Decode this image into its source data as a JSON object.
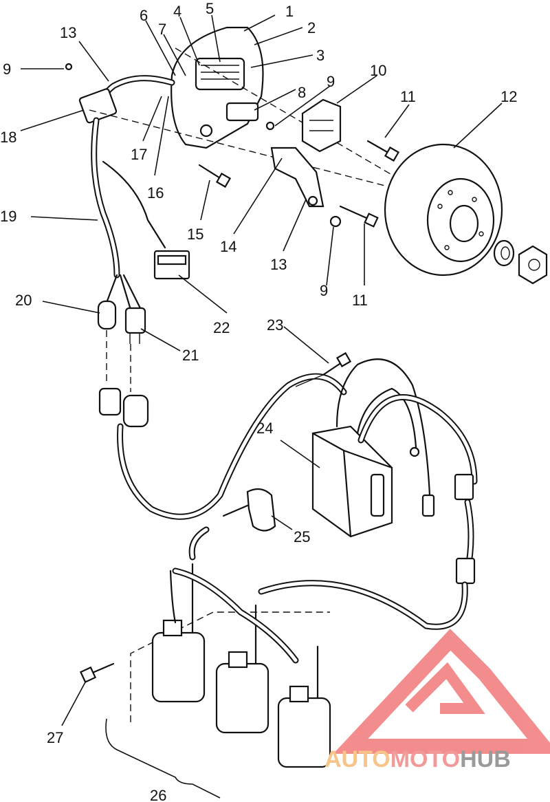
{
  "callouts": [
    {
      "id": "1",
      "text": "1"
    },
    {
      "id": "2",
      "text": "2"
    },
    {
      "id": "3",
      "text": "3"
    },
    {
      "id": "4",
      "text": "4"
    },
    {
      "id": "5",
      "text": "5"
    },
    {
      "id": "6",
      "text": "6"
    },
    {
      "id": "7",
      "text": "7"
    },
    {
      "id": "8",
      "text": "8"
    },
    {
      "id": "9a",
      "text": "9"
    },
    {
      "id": "9b",
      "text": "9"
    },
    {
      "id": "9c",
      "text": "9"
    },
    {
      "id": "10",
      "text": "10"
    },
    {
      "id": "11a",
      "text": "11"
    },
    {
      "id": "11b",
      "text": "11"
    },
    {
      "id": "12",
      "text": "12"
    },
    {
      "id": "13a",
      "text": "13"
    },
    {
      "id": "13b",
      "text": "13"
    },
    {
      "id": "14",
      "text": "14"
    },
    {
      "id": "15",
      "text": "15"
    },
    {
      "id": "16",
      "text": "16"
    },
    {
      "id": "17",
      "text": "17"
    },
    {
      "id": "18",
      "text": "18"
    },
    {
      "id": "19",
      "text": "19"
    },
    {
      "id": "20",
      "text": "20"
    },
    {
      "id": "21",
      "text": "21"
    },
    {
      "id": "22",
      "text": "22"
    },
    {
      "id": "23",
      "text": "23"
    },
    {
      "id": "24",
      "text": "24"
    },
    {
      "id": "25",
      "text": "25"
    },
    {
      "id": "26",
      "text": "26"
    },
    {
      "id": "27",
      "text": "27"
    }
  ],
  "watermark": {
    "part1": "AUTO",
    "part2": "MOTO",
    "part3": "HUB",
    "color1": "#f7c58a",
    "color2": "#f29a9a",
    "color3": "#9a9a9a",
    "logo_color": "#f27a7a"
  }
}
